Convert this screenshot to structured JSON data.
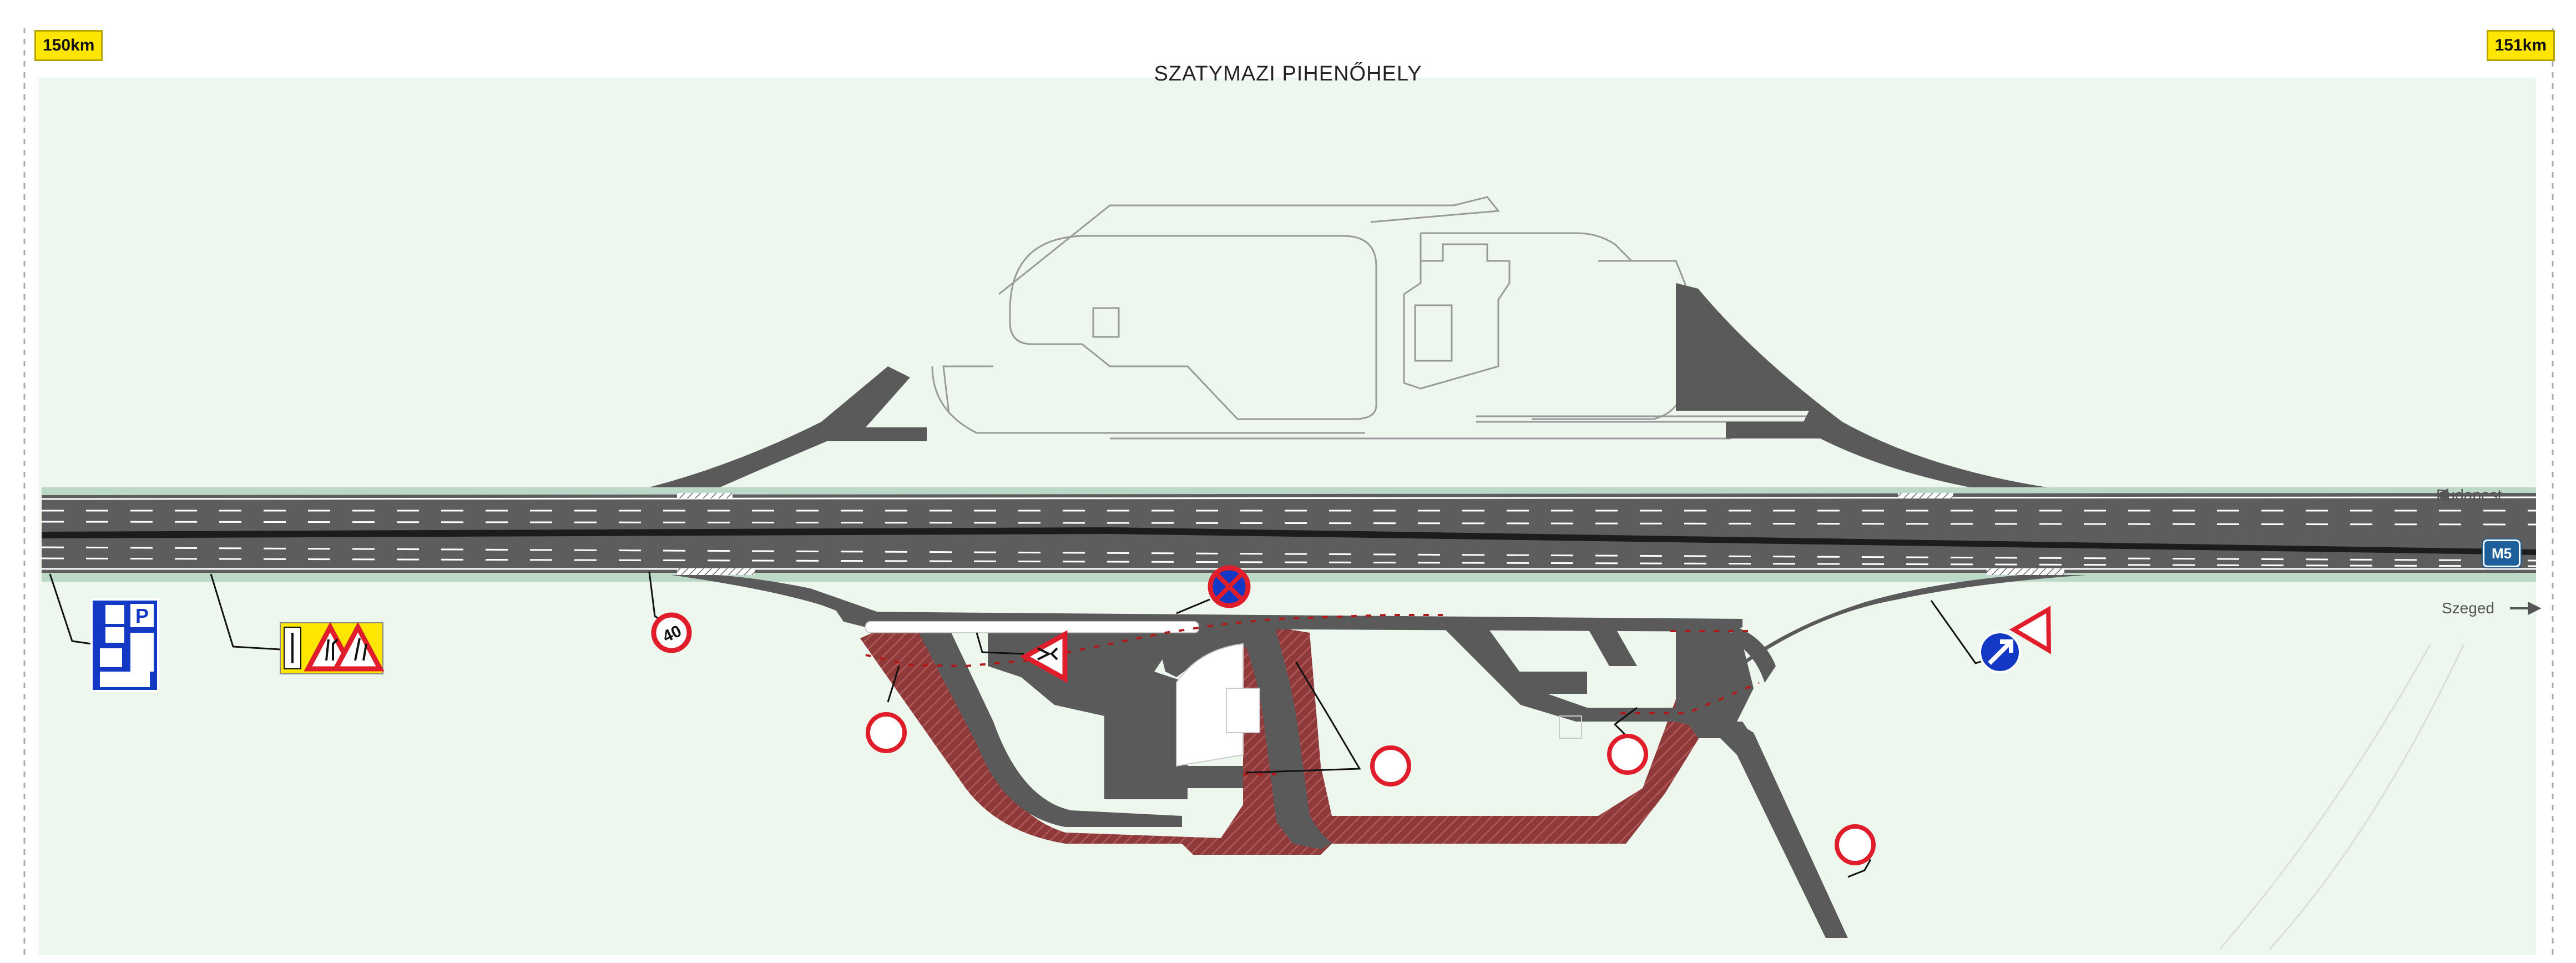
{
  "title": "SZATYMAZI PIHENŐHELY",
  "km_markers": {
    "left": "150km",
    "right": "151km"
  },
  "directions": {
    "north": "Budapest",
    "south": "Szeged"
  },
  "motorway": "M5",
  "speed_limit": "40",
  "colors": {
    "road": "#5a5a5a",
    "new_pavement": "#8e3a3a",
    "verge": "#bcd9c8",
    "background_green": "#eef7ee",
    "sign_red": "#e01e2b",
    "sign_blue": "#1338c4",
    "sign_yellow": "#ffe600"
  },
  "signs": [
    "rest-area-information-sign",
    "lane-merge-warning-sign",
    "speed-limit-sign",
    "no-stopping-sign",
    "road-narrows-warning-sign",
    "keep-right-sign",
    "give-way-sign",
    "prohibition-sign"
  ]
}
